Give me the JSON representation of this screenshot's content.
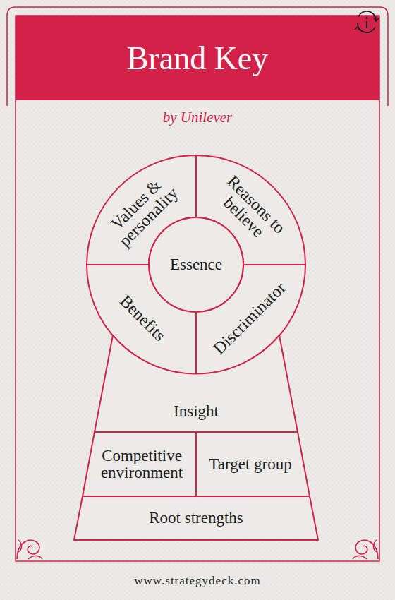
{
  "diagram": {
    "title": "Brand Key",
    "nodes": [
      {
        "text": [
          "Values & personality"
        ]
      },
      {
        "text": [
          "Reasons to believe"
        ]
      },
      {
        "text": [
          "Essence"
        ]
      },
      {
        "text": [
          "Benefits"
        ]
      },
      {
        "text": [
          "Discriminator"
        ]
      },
      {
        "text": [
          "Insight"
        ]
      },
      {
        "text": [
          "Competitive environment"
        ]
      },
      {
        "text": [
          "Target group"
        ]
      },
      {
        "text": [
          "Root strengths"
        ]
      }
    ],
    "labels": [
      "by Unilever",
      "www.strategydeck.com"
    ]
  }
}
